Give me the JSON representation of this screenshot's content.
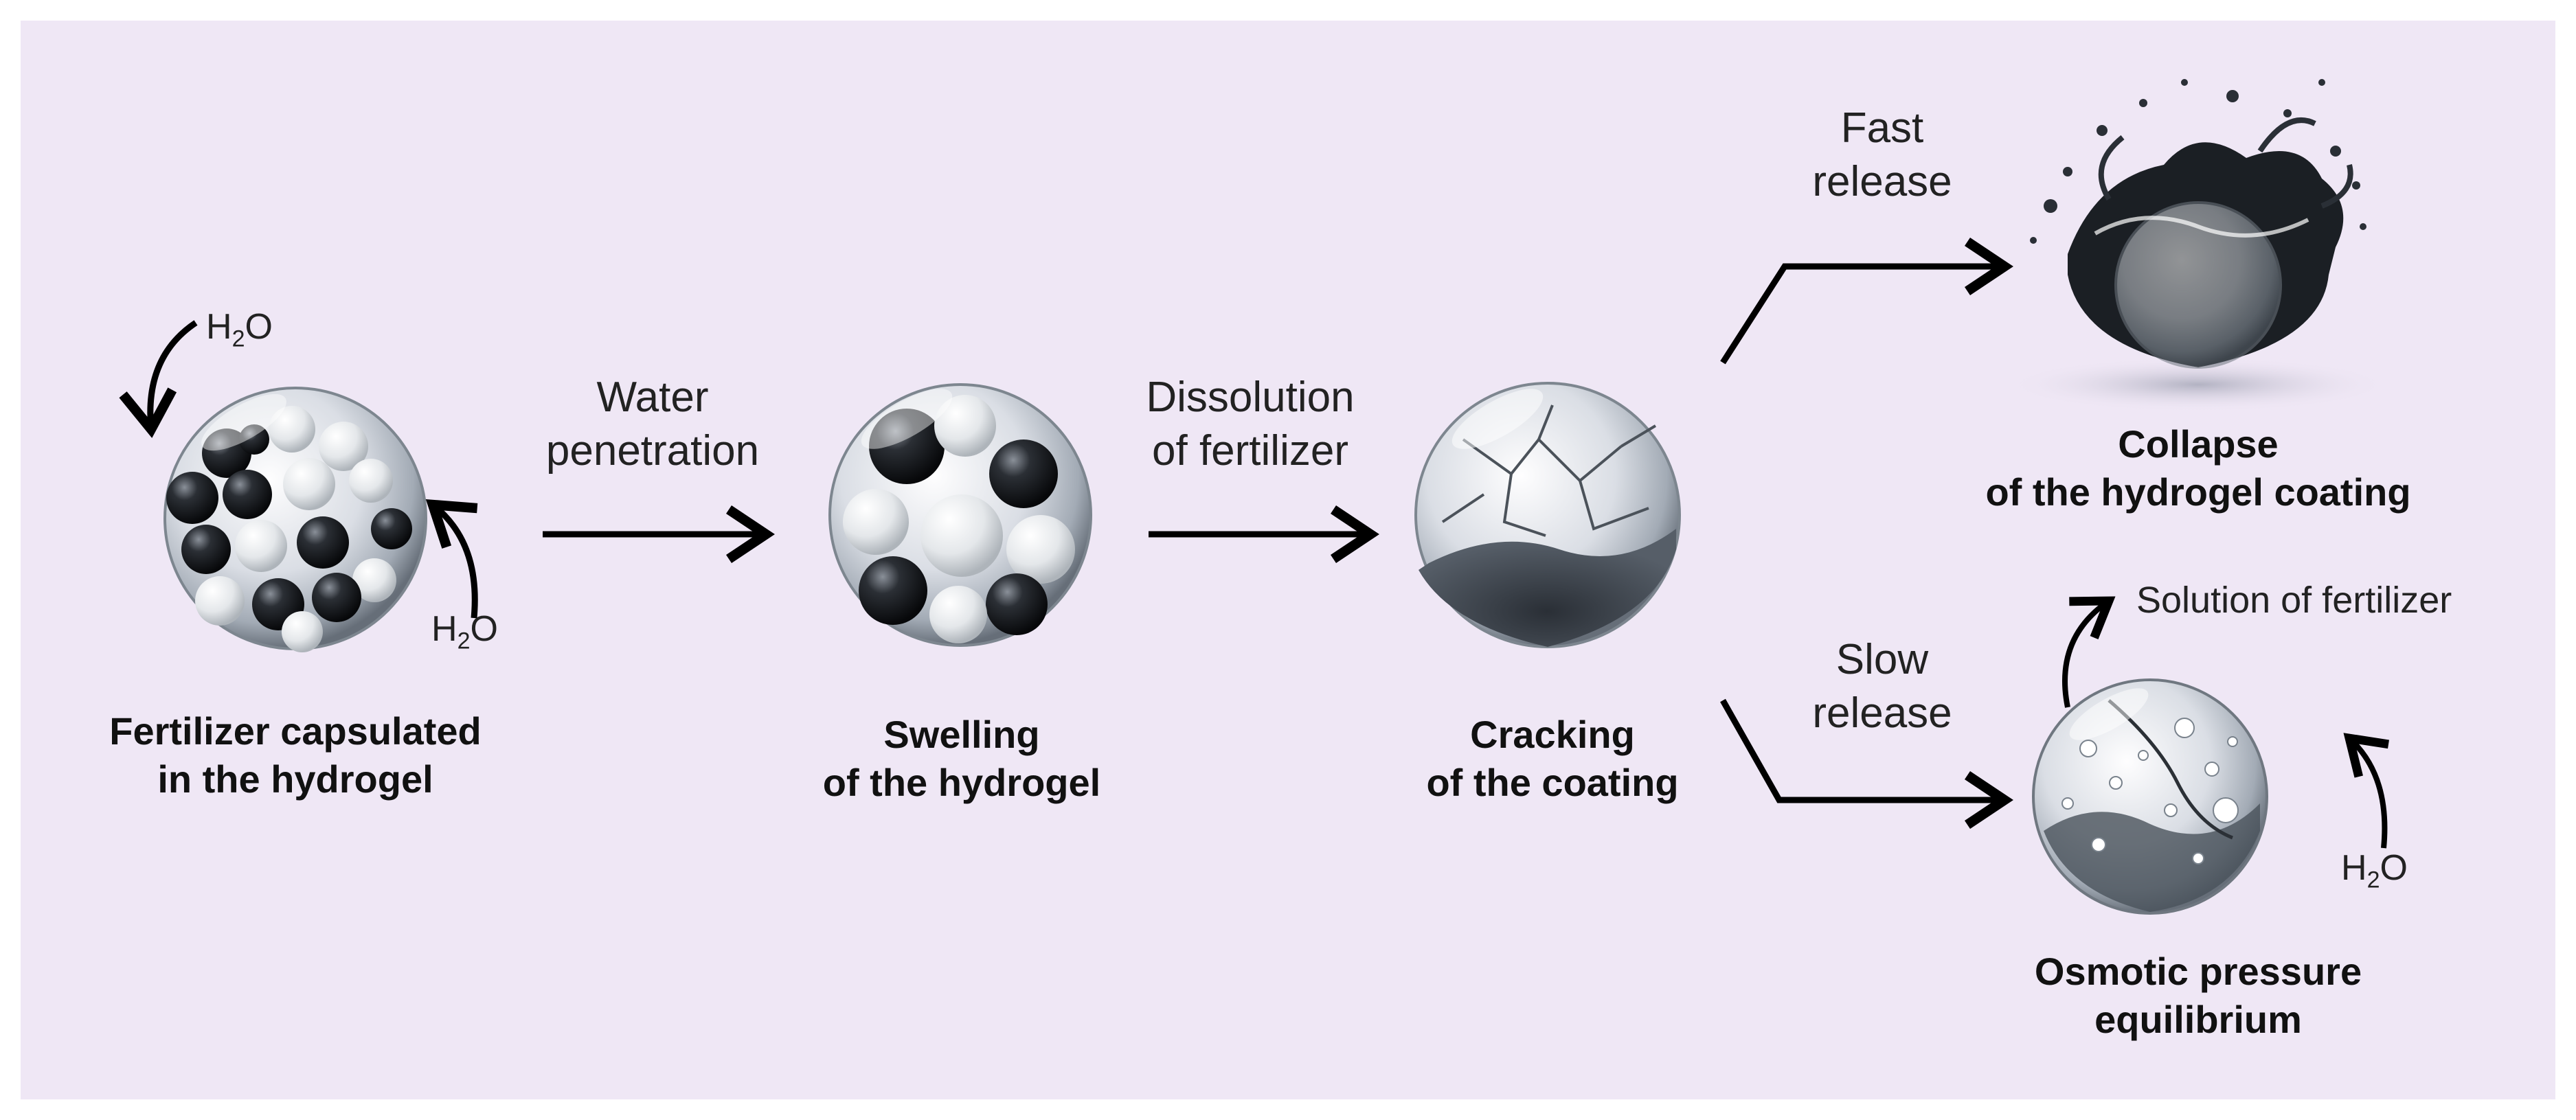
{
  "h2o": {
    "h": "H",
    "sub": "2",
    "o": "O"
  },
  "steps": {
    "step1_caption": [
      "Fertilizer capsulated",
      "in the hydrogel"
    ],
    "step2_caption": [
      "Swelling",
      "of the hydrogel"
    ],
    "step3_caption": [
      "Cracking",
      "of the coating"
    ],
    "step4_caption": [
      "Collapse",
      "of the hydrogel coating"
    ],
    "step5_caption": [
      "Osmotic pressure",
      "equilibrium"
    ]
  },
  "arrows": {
    "water_penetration": [
      "Water",
      "penetration"
    ],
    "dissolution": [
      "Dissolution",
      "of fertilizer"
    ],
    "fast_release": [
      "Fast",
      "release"
    ],
    "slow_release": [
      "Slow",
      "release"
    ],
    "solution_of_fertilizer": "Solution of fertilizer"
  },
  "colors": {
    "background": "#efe7f5",
    "text": "#111111",
    "arrow": "#000000"
  }
}
